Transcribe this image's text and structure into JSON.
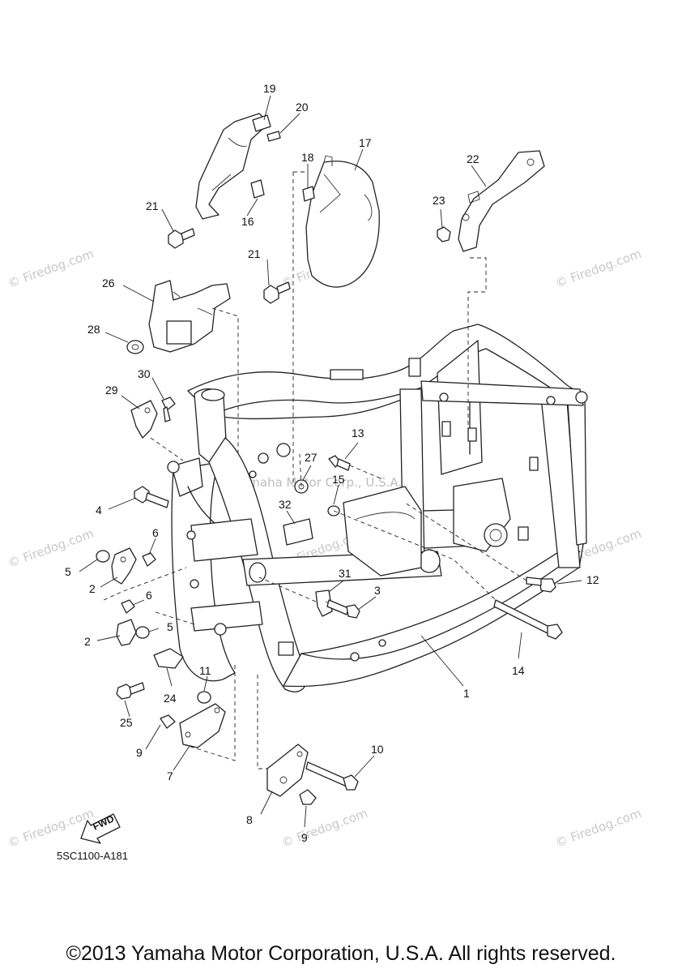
{
  "copyright": "©2013 Yamaha Motor Corporation, U.S.A. All rights reserved.",
  "diagram_code": "5SC1100-A181",
  "fwd_label": "FWD",
  "watermark": "© Firedog.com",
  "center_watermark": "Yamaha Motor Corp., U.S.A.",
  "callouts": {
    "c1": "1",
    "c2a": "2",
    "c2b": "2",
    "c3": "3",
    "c4": "4",
    "c5a": "5",
    "c5b": "5",
    "c6a": "6",
    "c6b": "6",
    "c7": "7",
    "c8": "8",
    "c9a": "9",
    "c9b": "9",
    "c10": "10",
    "c11": "11",
    "c12": "12",
    "c13": "13",
    "c14": "14",
    "c15": "15",
    "c16": "16",
    "c17": "17",
    "c18": "18",
    "c19": "19",
    "c20": "20",
    "c21a": "21",
    "c21b": "21",
    "c22": "22",
    "c23": "23",
    "c24": "24",
    "c25": "25",
    "c26": "26",
    "c27": "27",
    "c28": "28",
    "c29": "29",
    "c30": "30",
    "c31": "31",
    "c32": "32"
  }
}
